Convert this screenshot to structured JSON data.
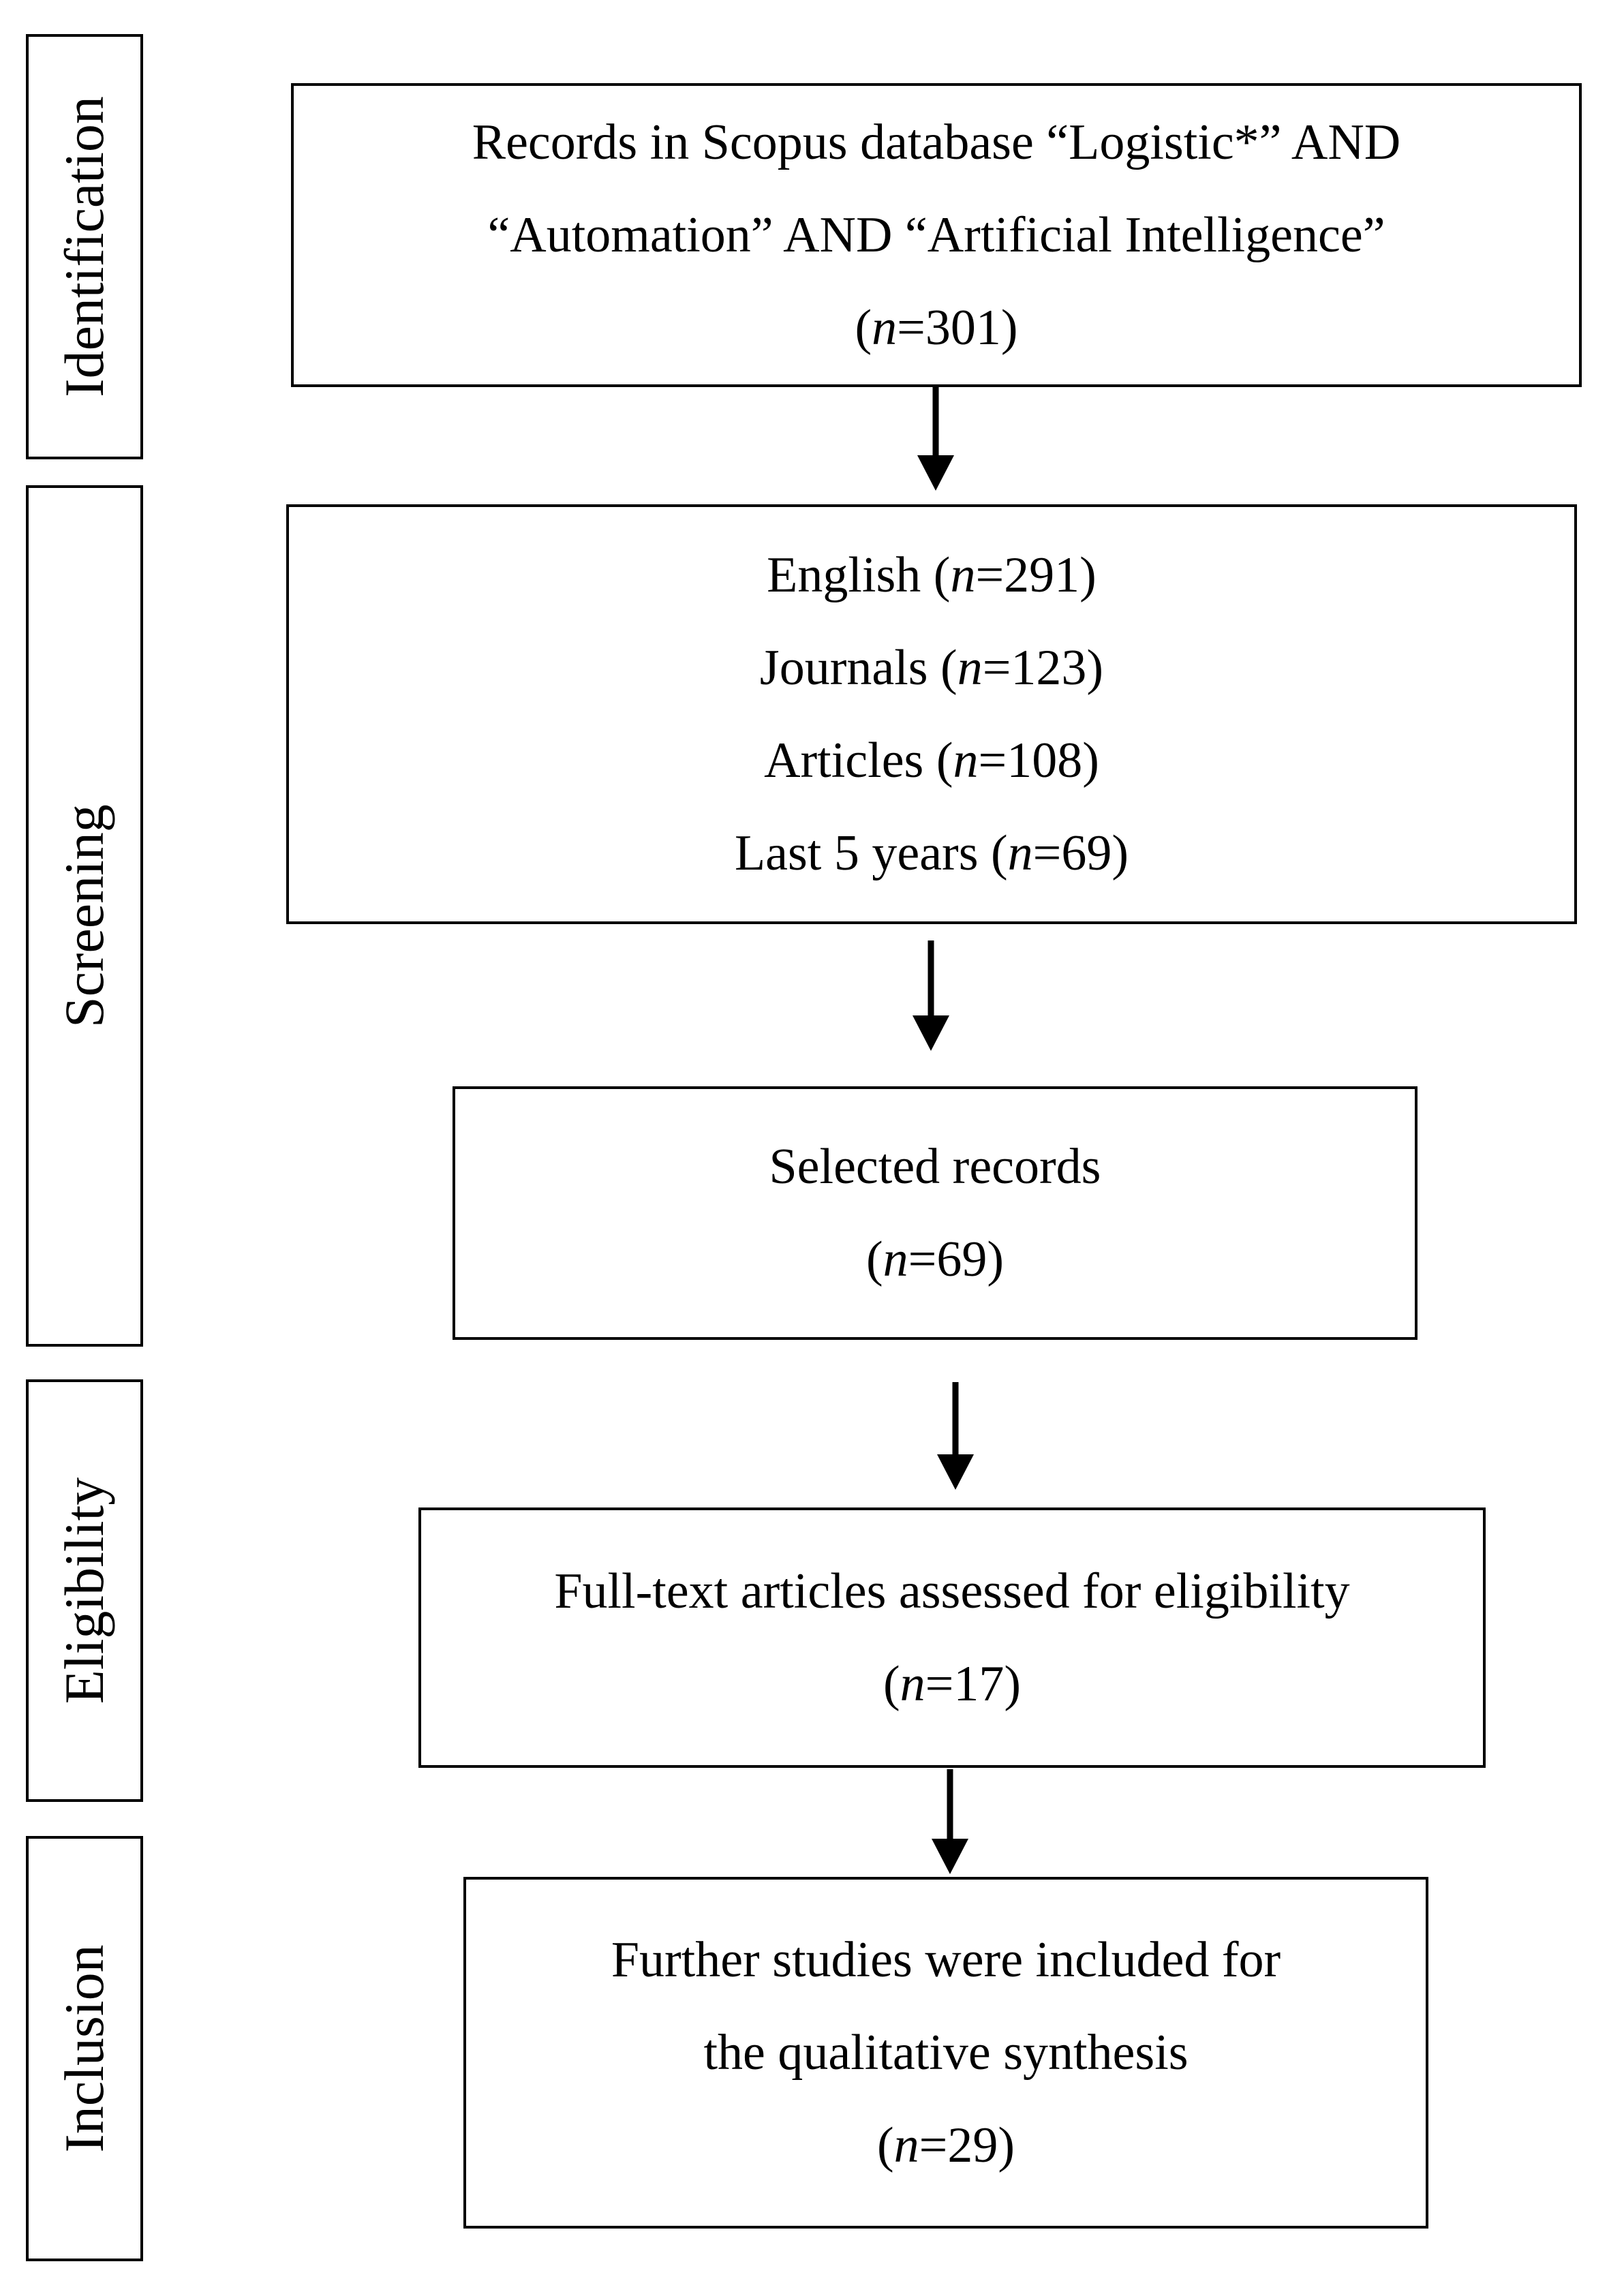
{
  "stages": [
    {
      "id": "identification",
      "label": "Identification"
    },
    {
      "id": "screening",
      "label": "Screening"
    },
    {
      "id": "eligibility",
      "label": "Eligibility"
    },
    {
      "id": "inclusion",
      "label": "Inclusion"
    }
  ],
  "boxes": {
    "records": {
      "line1": "Records in Scopus database “Logistic*” AND",
      "line2": "“Automation” AND “Artificial Intelligence”",
      "count_prefix": "(",
      "count_var": "n",
      "count_value": "=301)"
    },
    "screening": {
      "items": [
        {
          "label": "English (",
          "var": "n",
          "value": "=291)"
        },
        {
          "label": "Journals (",
          "var": "n",
          "value": "=123)"
        },
        {
          "label": "Articles (",
          "var": "n",
          "value": "=108)"
        },
        {
          "label": "Last 5 years (",
          "var": "n",
          "value": "=69)"
        }
      ]
    },
    "selected": {
      "line1": "Selected records",
      "count_prefix": "(",
      "count_var": "n",
      "count_value": "=69)"
    },
    "fulltext": {
      "line1": "Full-text articles assessed for eligibility",
      "count_prefix": "(",
      "count_var": "n",
      "count_value": "=17)"
    },
    "included": {
      "line1": "Further studies were included for",
      "line2": "the qualitative synthesis",
      "count_prefix": "(",
      "count_var": "n",
      "count_value": "=29)"
    }
  }
}
